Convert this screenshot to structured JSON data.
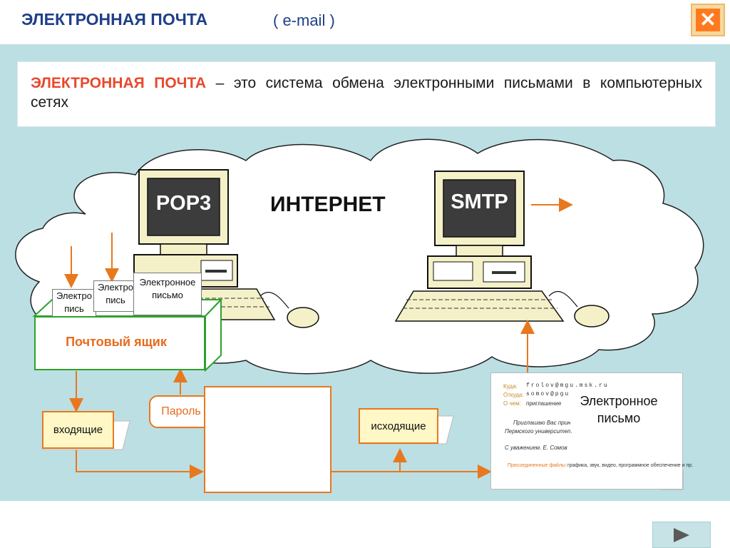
{
  "header": {
    "title": "ЭЛЕКТРОННАЯ  ПОЧТА",
    "subtitle": "( e-mail )",
    "close_symbol": "✕"
  },
  "definition": {
    "term": "ЭЛЕКТРОННАЯ   ПОЧТА",
    "text": " – это система обмена электронными письмами в компьютерных сетях"
  },
  "diagram": {
    "internet_label": "ИНТЕРНЕТ",
    "server_pop": "POP3",
    "server_smtp": "SMTP",
    "mailbox_label": "Почтовый ящик",
    "letter_label": "Электронное письмо",
    "letter_label_line1": "Электронное",
    "letter_label_line2": "письмо",
    "letter_partial_1": "Электро",
    "letter_partial_1b": "пись",
    "letter_partial_2": "Электро",
    "letter_partial_2b": "пись",
    "password_label": "Пароль",
    "incoming_label": "входящие",
    "outgoing_label": "исходящие"
  },
  "mail_form": {
    "to_label": "Куда:",
    "to_value": "frolov@mgu.msk.ru",
    "from_label": "Откуда:",
    "from_value": "somov@pgu.",
    "subject_label": "О чем:",
    "subject_value": "приглашение",
    "body_line1": "Приглашаю  Вас  прин",
    "body_line2": "Пермского университет",
    "signature": "С уважением.  Е. Сомов",
    "attach_label": "Присоединенные файлы:",
    "attach_value": "графика, звук, видео, программное обеспечение и пр.",
    "overlay_line1": "Электронное",
    "overlay_line2": "письмо"
  },
  "icons": {
    "close": "close-icon",
    "next": "play-arrow-icon"
  },
  "colors": {
    "title": "#1f3f88",
    "accent_red": "#e8492b",
    "orange": "#e8781e",
    "panel": "#bcdfe3",
    "mailbox_border": "#2da12e"
  }
}
